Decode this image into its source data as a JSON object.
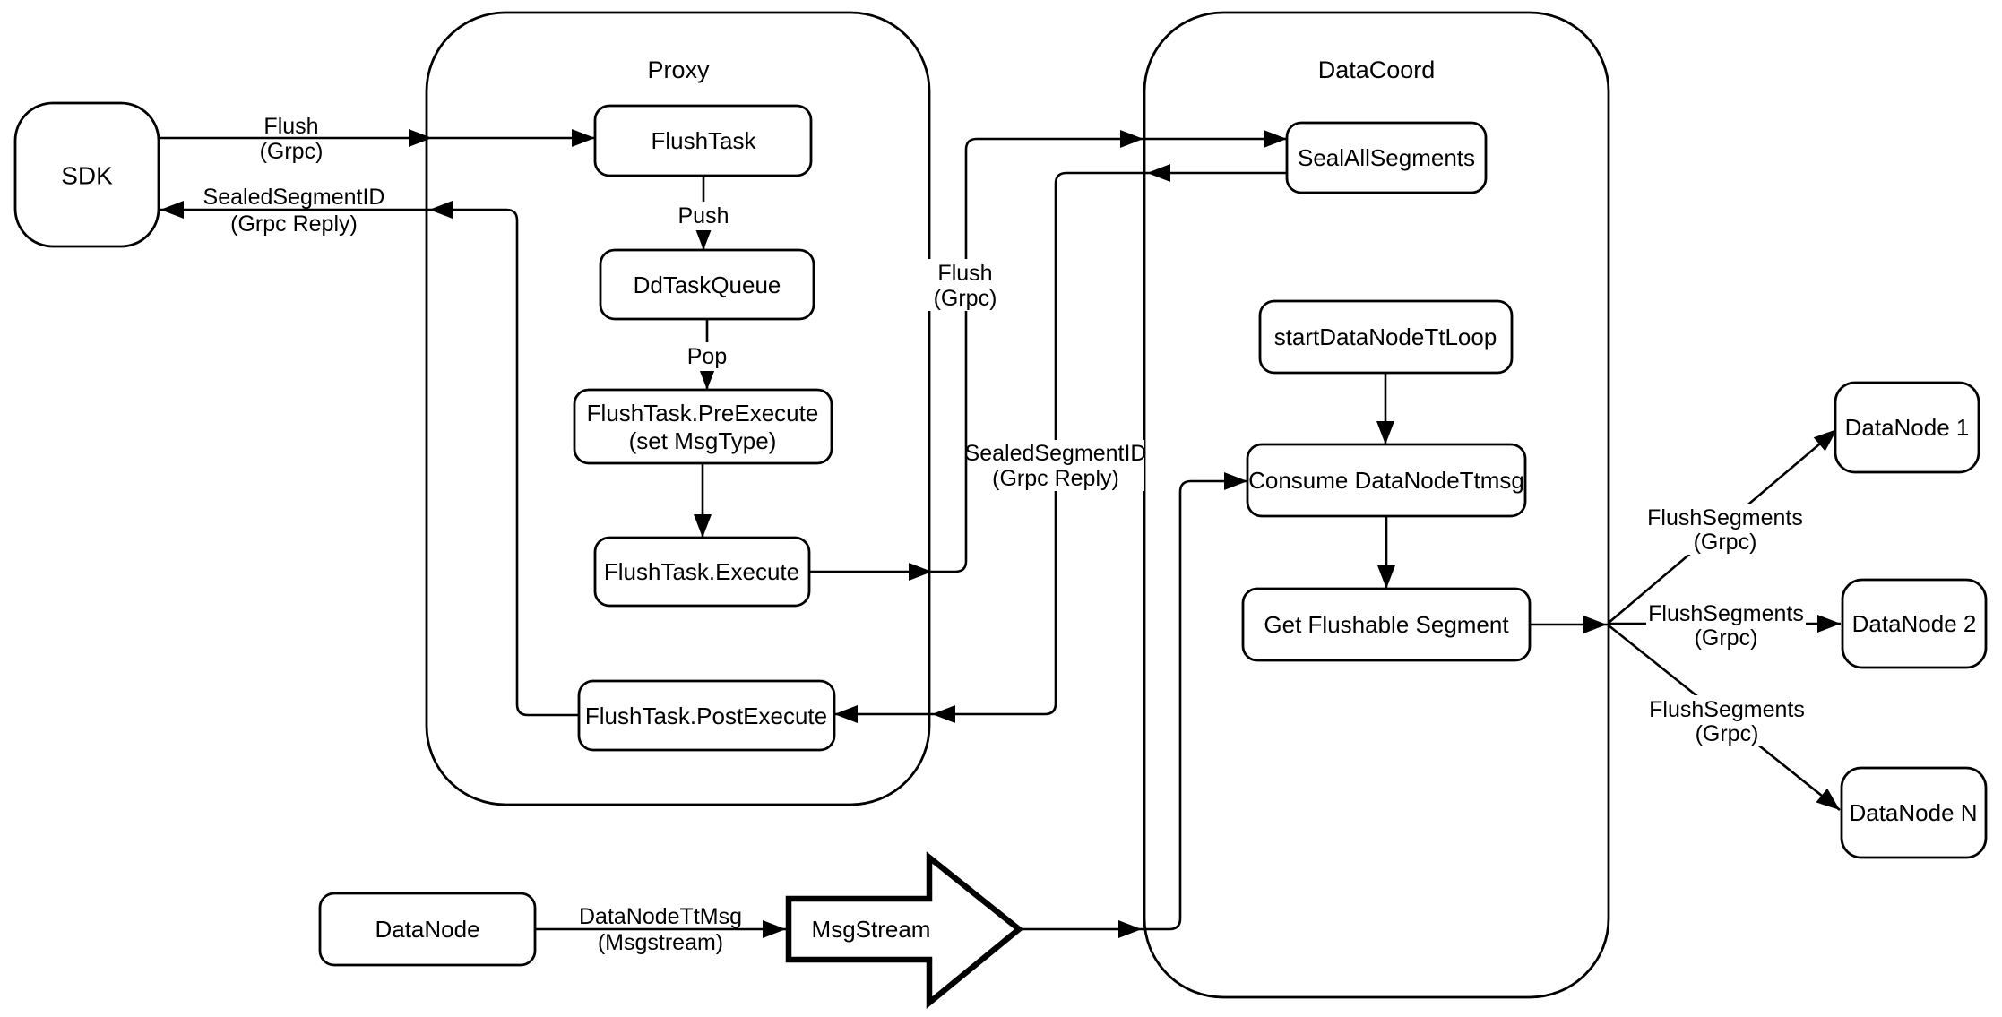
{
  "diagram": {
    "background_color": "#ffffff",
    "line_color": "#000000",
    "node_fill_color": "#ffffff",
    "containers": {
      "proxy": {
        "title": "Proxy"
      },
      "datacoord": {
        "title": "DataCoord"
      }
    },
    "nodes": {
      "sdk": {
        "label": "SDK"
      },
      "flush_task": {
        "label": "FlushTask"
      },
      "dd_task_queue": {
        "label": "DdTaskQueue"
      },
      "flush_task_pre_execute": {
        "line1": "FlushTask.PreExecute",
        "line2": "(set MsgType)"
      },
      "flush_task_execute": {
        "label": "FlushTask.Execute"
      },
      "flush_task_post_execute": {
        "label": "FlushTask.PostExecute"
      },
      "seal_all_segments": {
        "label": "SealAllSegments"
      },
      "start_datanode_tt_loop": {
        "label": "startDataNodeTtLoop"
      },
      "consume_datanode_ttmsg": {
        "label": "Consume DataNodeTtmsg"
      },
      "get_flushable_segment": {
        "label": "Get Flushable Segment"
      },
      "datanode_1": {
        "label": "DataNode 1"
      },
      "datanode_2": {
        "label": "DataNode 2"
      },
      "datanode_n": {
        "label": "DataNode N"
      },
      "datanode": {
        "label": "DataNode"
      },
      "msgstream": {
        "label": "MsgStream"
      }
    },
    "edges": {
      "sdk_to_flushtask": {
        "line1": "Flush",
        "line2": "(Grpc)"
      },
      "postexecute_to_sdk": {
        "line1": "SealedSegmentID",
        "line2": "(Grpc Reply)"
      },
      "flushtask_to_ddtaskqueue": {
        "label": "Push"
      },
      "ddtaskqueue_to_preexecute": {
        "label": "Pop"
      },
      "execute_to_sealallsegments": {
        "line1": "Flush",
        "line2": "(Grpc)"
      },
      "sealallsegments_to_postexecute": {
        "line1": "SealedSegmentID",
        "line2": "(Grpc Reply)"
      },
      "getflushable_to_datanode1": {
        "line1": "FlushSegments",
        "line2": "(Grpc)"
      },
      "getflushable_to_datanode2": {
        "line1": "FlushSegments",
        "line2": "(Grpc)"
      },
      "getflushable_to_datanoden": {
        "line1": "FlushSegments",
        "line2": "(Grpc)"
      },
      "datanode_to_msgstream": {
        "line1": "DataNodeTtMsg",
        "line2": "(Msgstream)"
      }
    }
  }
}
